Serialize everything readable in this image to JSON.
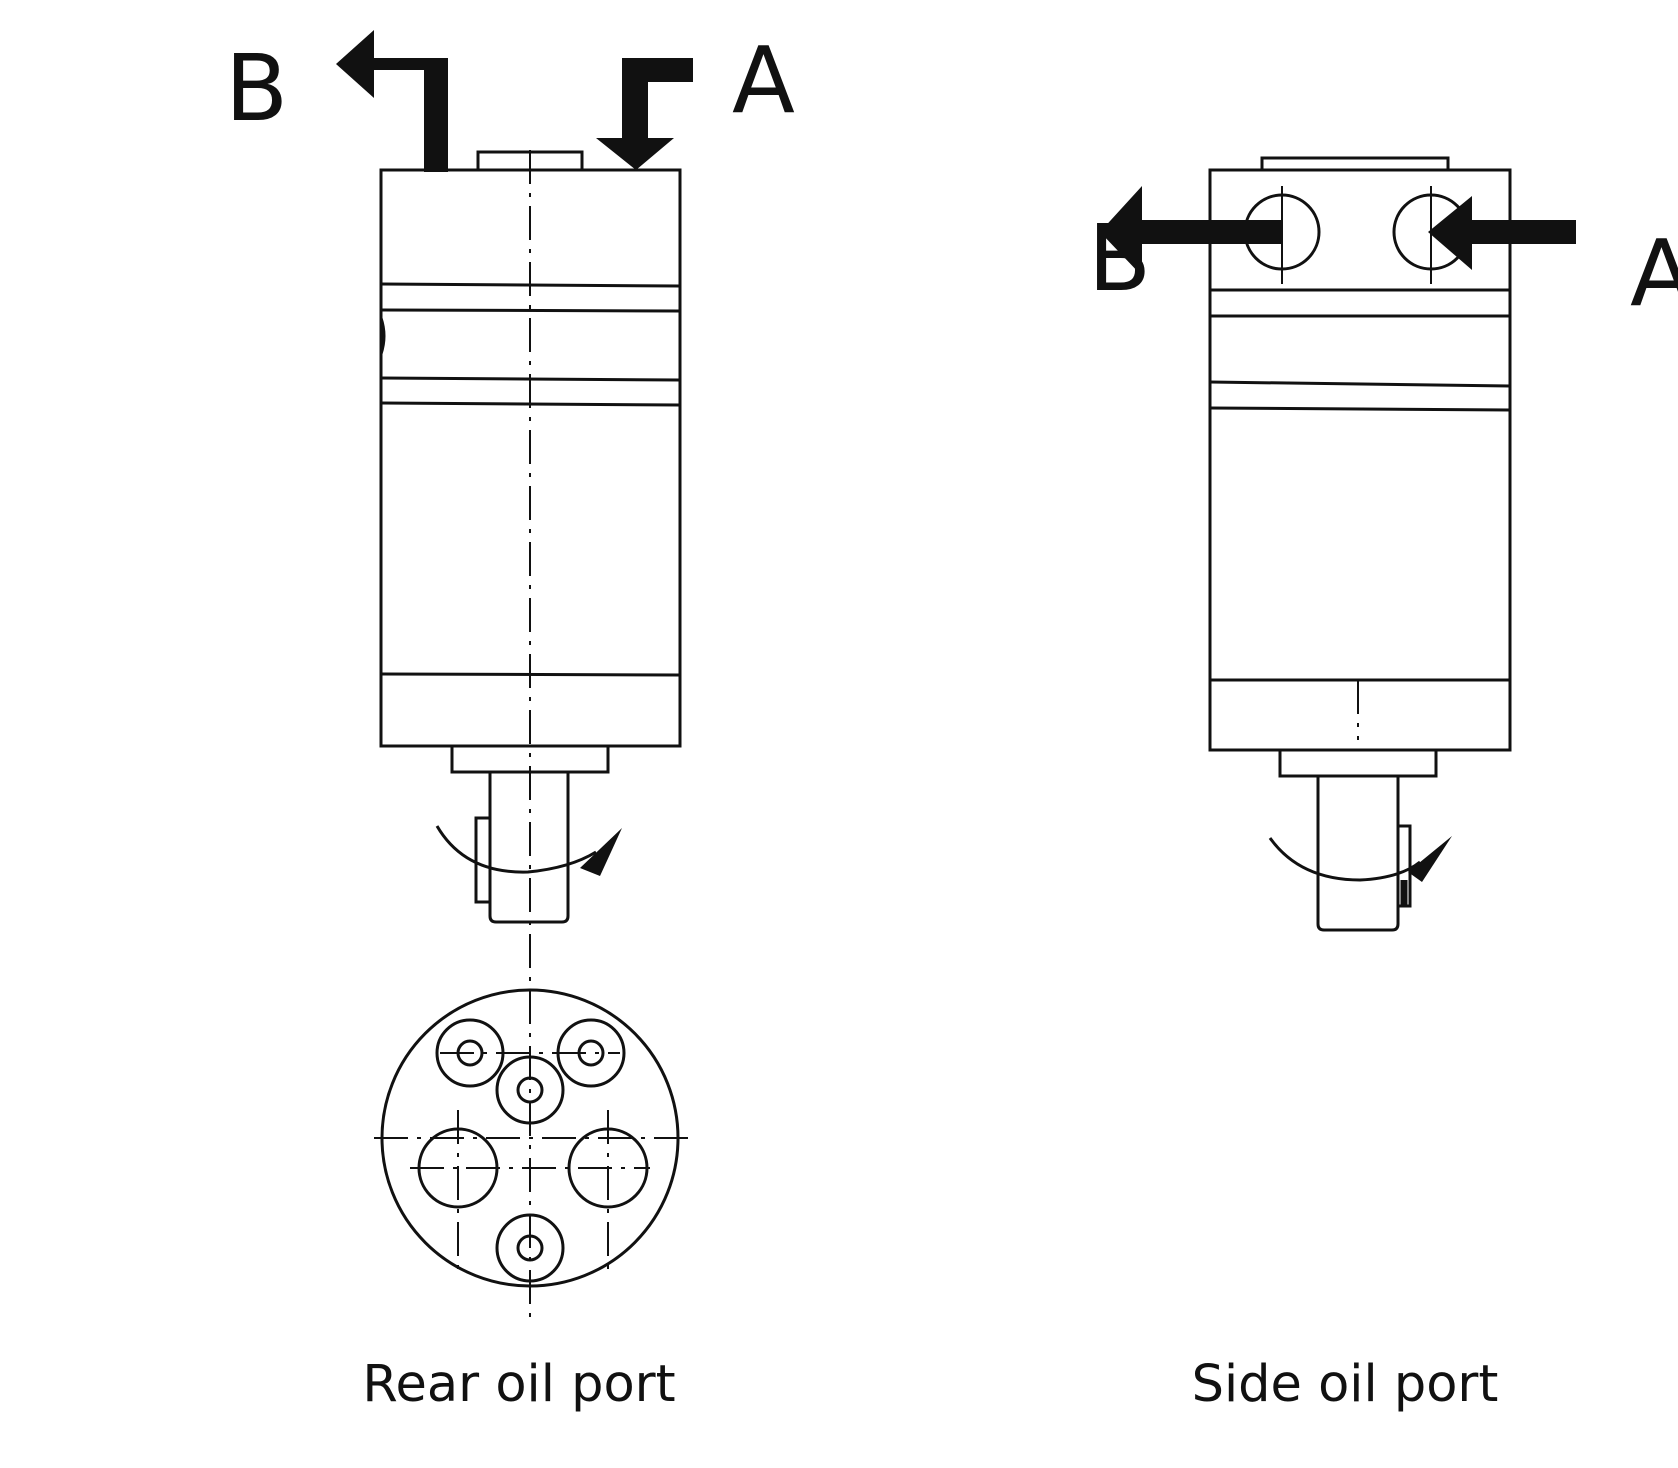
{
  "figure": {
    "views": [
      {
        "caption": "Rear oil port",
        "ports": [
          {
            "letter": "B"
          },
          {
            "letter": "A"
          }
        ]
      },
      {
        "caption": "Side oil port",
        "ports": [
          {
            "letter": "B"
          },
          {
            "letter": "A"
          }
        ]
      }
    ]
  },
  "colors": {
    "ink": "#111111",
    "background": "#ffffff"
  }
}
